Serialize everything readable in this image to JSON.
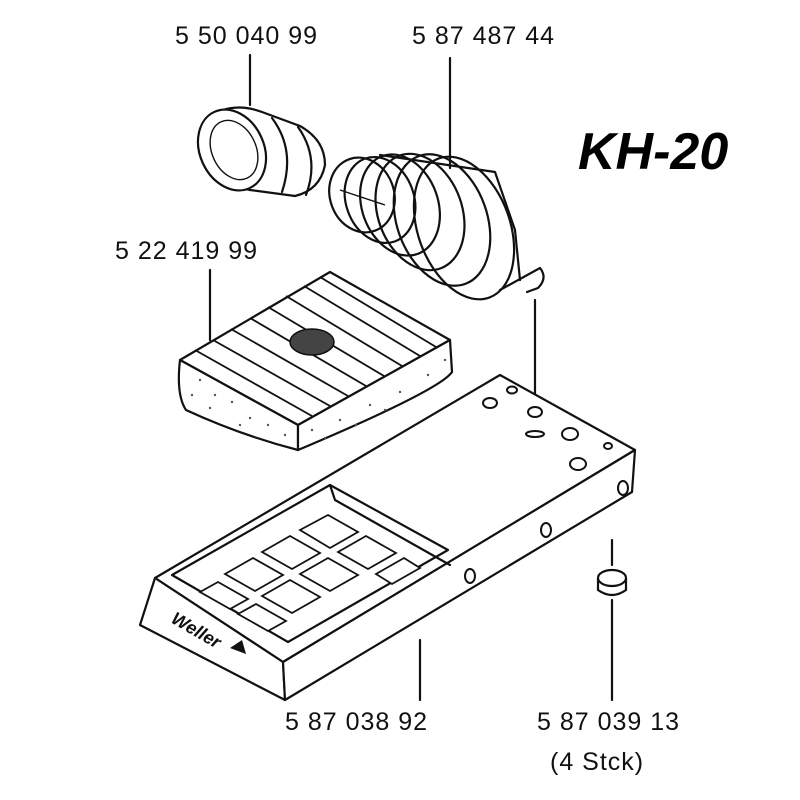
{
  "title": "KH-20",
  "parts": {
    "tip_holder": "5 50 040 99",
    "spiral_holder": "5 87 487 44",
    "sponge": "5 22 419 99",
    "base": "5 87 038 92",
    "foot": "5 87 039 13",
    "foot_qty": "(4  Stck)"
  },
  "brand": "Weller"
}
